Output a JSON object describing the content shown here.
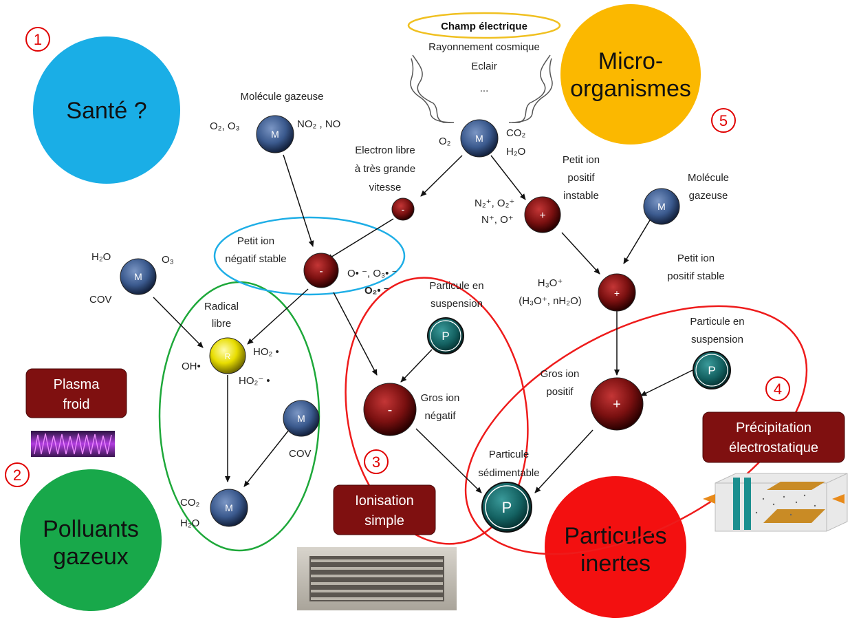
{
  "topics": {
    "sante": "Santé ?",
    "polluants": [
      "Polluants",
      "gazeux"
    ],
    "particules": [
      "Particules",
      "inertes"
    ],
    "micro": [
      "Micro-",
      "organismes"
    ]
  },
  "numbers": [
    "1",
    "2",
    "3",
    "4",
    "5"
  ],
  "sources": {
    "champ": "Champ électrique",
    "rayonnement": "Rayonnement cosmique",
    "eclair": "Eclair",
    "dots": "..."
  },
  "boxes": {
    "plasma": [
      "Plasma",
      "froid"
    ],
    "ionisation": [
      "Ionisation",
      "simple"
    ],
    "precipitation": [
      "Précipitation",
      "électrostatique"
    ]
  },
  "symbols": {
    "molecule": "M",
    "particle": "P",
    "radical": "R",
    "minus": "-",
    "plus": "+"
  },
  "labels": {
    "molecule_gazeuse": "Molécule gazeuse",
    "o2_o3": "O₂, O₃",
    "no2_no": "NO₂ , NO",
    "o2": "O₂",
    "co2": "CO₂",
    "h2o": "H₂O",
    "electron_libre": [
      "Electron libre",
      "à très grande",
      "vitesse"
    ],
    "petit_ion_neg": [
      "Petit ion",
      "négatif stable"
    ],
    "neg_species": [
      "O• ⁻, O₃• ⁻",
      "O₂• ⁻"
    ],
    "petit_ion_pos_instable": [
      "Petit ion",
      "positif",
      "instable"
    ],
    "pos_species": [
      "N₂⁺, O₂⁺",
      "N⁺, O⁺"
    ],
    "molecule_gazeuse_right": [
      "Molécule",
      "gazeuse"
    ],
    "petit_ion_pos_stable": [
      "Petit ion",
      "positif stable"
    ],
    "h3o": [
      "H₃O⁺",
      "(H₃O⁺, nH₂O)"
    ],
    "h2o_left": "H₂O",
    "o3_left": "O₃",
    "cov": "COV",
    "radical_libre": [
      "Radical",
      "libre"
    ],
    "oh": "OH•",
    "ho2": "HO₂ •",
    "ho2_minus": "HO₂⁻ •",
    "particule_suspension": [
      "Particule en",
      "suspension"
    ],
    "gros_ion_neg": [
      "Gros ion",
      "négatif"
    ],
    "gros_ion_pos": [
      "Gros ion",
      "positif"
    ],
    "particule_sedimentable": [
      "Particule",
      "sédimentable"
    ],
    "cov_lower": "COV",
    "co2_lower": "CO₂",
    "h2o_lower": "H₂O"
  },
  "colors": {
    "sante": "#1aaee6",
    "polluants": "#18a84a",
    "particules": "#f31010",
    "micro": "#fbb800",
    "box": "#7f1010",
    "green_ring": "#1ea83a",
    "blue_ring": "#1eaee6",
    "red_ring": "#ee1b1b"
  }
}
